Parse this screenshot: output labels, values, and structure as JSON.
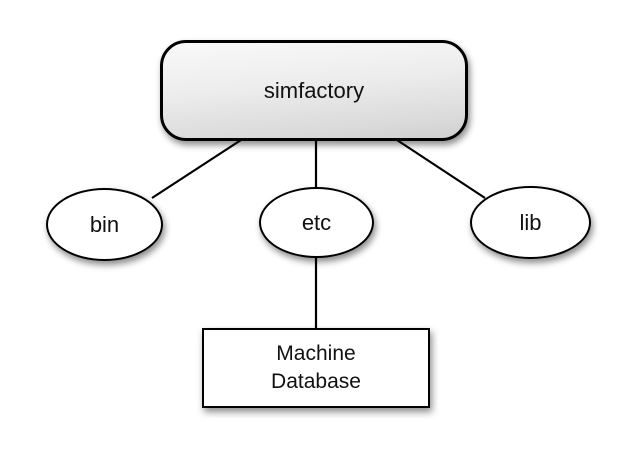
{
  "diagram": {
    "type": "tree",
    "background": "#ffffff",
    "nodes": {
      "root": {
        "label": "simfactory",
        "shape": "rounded-rect",
        "fill_top": "#f9f9f9",
        "fill_bottom": "#cfcfcf",
        "border_color": "#000000"
      },
      "bin": {
        "label": "bin",
        "shape": "ellipse",
        "fill": "#ffffff",
        "border_color": "#000000"
      },
      "etc": {
        "label": "etc",
        "shape": "ellipse",
        "fill": "#ffffff",
        "border_color": "#000000"
      },
      "lib": {
        "label": "lib",
        "shape": "ellipse",
        "fill": "#ffffff",
        "border_color": "#000000"
      },
      "machine_db": {
        "label": "Machine\nDatabase",
        "shape": "rect",
        "fill": "#ffffff",
        "border_color": "#000000"
      }
    },
    "edges": [
      {
        "from": "root",
        "to": "bin"
      },
      {
        "from": "root",
        "to": "etc"
      },
      {
        "from": "root",
        "to": "lib"
      },
      {
        "from": "etc",
        "to": "machine_db"
      }
    ],
    "edge_color": "#000000"
  }
}
